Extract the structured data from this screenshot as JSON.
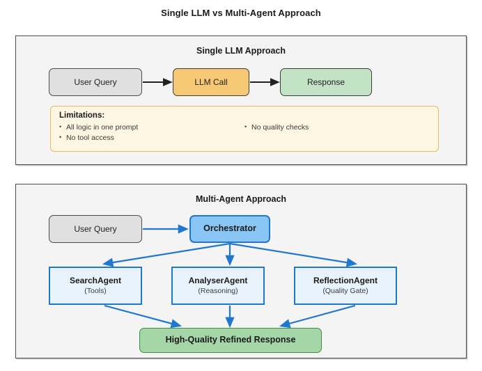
{
  "title": "Single LLM vs Multi-Agent Approach",
  "panels": [
    {
      "id": "single",
      "title": "Single LLM Approach",
      "nodes": [
        {
          "label": "User Query"
        },
        {
          "label": "LLM Call"
        },
        {
          "label": "Response"
        }
      ],
      "limitations": {
        "heading": "Limitations:",
        "left_column": [
          "All logic in one prompt",
          "No tool access"
        ],
        "right_column": [
          "No quality checks"
        ]
      }
    },
    {
      "id": "multi",
      "title": "Multi-Agent Approach",
      "nodes": [
        {
          "label": "User Query"
        },
        {
          "label": "Orchestrator"
        }
      ],
      "agents": [
        {
          "label": "SearchAgent",
          "sub": "(Tools)"
        },
        {
          "label": "AnalyserAgent",
          "sub": "(Reasoning)"
        },
        {
          "label": "ReflectionAgent",
          "sub": "(Quality Gate)"
        }
      ],
      "final": {
        "label": "High-Quality Refined Response"
      }
    }
  ],
  "colors": {
    "panel_border": "#4a4a4a",
    "panel_background": "#f4f4f4",
    "page_background": "#ffffff",
    "node_grey": "#e0e0e0",
    "node_orange": "#f7c873",
    "node_green": "#c2e3c4",
    "node_green_strong": "#a5d6a7",
    "node_green_strong_border": "#3e8e41",
    "node_blue": "#8ac6f5",
    "node_blue_border": "#1f77d0",
    "node_agent_fill": "#e8f2fb",
    "limitations_fill": "#fdf6e3",
    "limitations_border": "#e8b960",
    "arrow_dark": "#222222",
    "arrow_blue": "#1f77d0"
  }
}
